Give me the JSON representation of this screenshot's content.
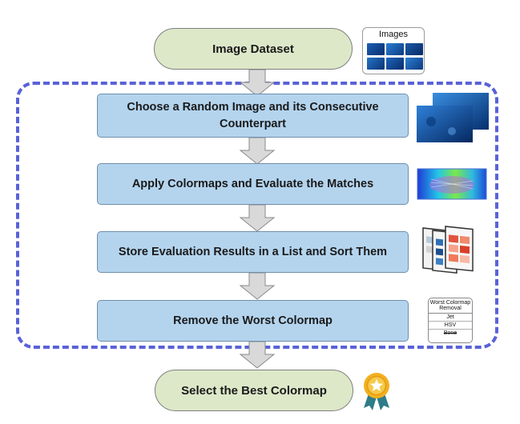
{
  "start": {
    "label": "Image Dataset"
  },
  "images_thumbnail": {
    "title": "Images"
  },
  "steps": [
    {
      "label": "Choose a Random Image and its Consecutive Counterpart"
    },
    {
      "label": "Apply Colormaps and Evaluate the Matches"
    },
    {
      "label": "Store Evaluation Results in a List and Sort Them"
    },
    {
      "label": "Remove the Worst Colormap"
    }
  ],
  "removal_list": {
    "title": "Worst Colormap Removal",
    "items": [
      "Jet",
      "HSV",
      "Bone"
    ]
  },
  "end": {
    "label": "Select the Best Colormap"
  },
  "colors": {
    "terminal_fill": "#dde8c9",
    "step_fill": "#b4d4ee",
    "loop_border": "#5962d8",
    "arrow_fill": "#d9d9d9",
    "medal_gold": "#f2b01e",
    "medal_ribbon": "#2e7d88"
  },
  "icons": [
    "image-grid-icon",
    "image-pair-icon",
    "colormap-match-icon",
    "stacked-heatmaps-icon",
    "list-icon",
    "medal-star-icon"
  ]
}
